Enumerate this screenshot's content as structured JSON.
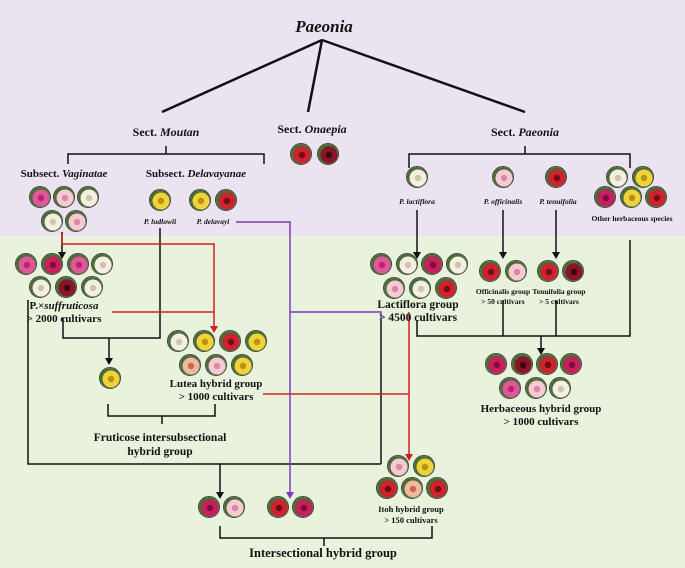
{
  "root": "Paeonia",
  "sections": {
    "moutan": {
      "prefix": "Sect.",
      "name": "Moutan"
    },
    "onaepia": {
      "prefix": "Sect.",
      "name": "Onaepia"
    },
    "paeonia": {
      "prefix": "Sect.",
      "name": "Paeonia"
    }
  },
  "subsections": {
    "vaginatae": {
      "prefix": "Subsect.",
      "name": "Vaginatae"
    },
    "delavayanae": {
      "prefix": "Subsect.",
      "name": "Delavayanae"
    }
  },
  "species": {
    "ludlowii": "P. ludlowii",
    "delavayi": "P. delavayi",
    "lactiflora": "P. lactiflora",
    "officinalis": "P. officinalis",
    "tenuifolia": "P. tenuifolia",
    "other": "Other herbaceous species"
  },
  "groups": {
    "suffruticosa": {
      "name_prefix": "P.×",
      "name": "suffruticosa",
      "count": "> 2000 cultivars"
    },
    "lutea": {
      "name": "Lutea hybrid group",
      "count": "> 1000 cultivars"
    },
    "fruticose": {
      "line1": "Fruticose intersubsectional",
      "line2": "hybrid group"
    },
    "lactiflora": {
      "name": "Lactiflora group",
      "count": "> 4500 cultivars"
    },
    "officinalis": {
      "name": "Officinalis group",
      "count": "> 50 cultivars"
    },
    "tenuifolia": {
      "name": "Tenuifolia group",
      "count": "> 5 cultivars"
    },
    "herbaceous": {
      "name": "Herbaceous hybrid group",
      "count": "> 1000 cultivars"
    },
    "itoh": {
      "name": "Itoh hybrid group",
      "count": "> 150 cultivars"
    },
    "intersectional": {
      "name": "Intersectional hybrid group"
    }
  },
  "colors": {
    "background_top": "#ece3f1",
    "background_bottom": "#e8f2dc",
    "line_black": "#111111",
    "line_red": "#d21f1f",
    "line_purple": "#7a3fb6"
  }
}
